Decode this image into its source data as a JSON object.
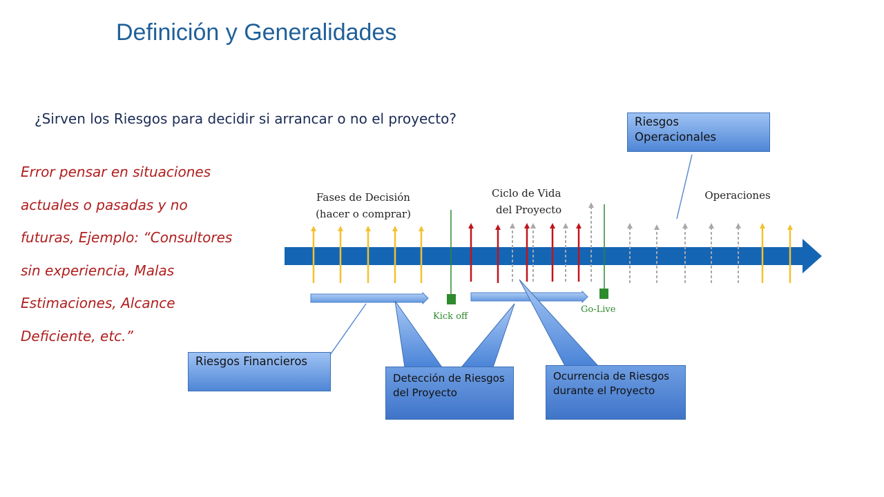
{
  "title": "Definición  y Generalidades",
  "question": "¿Sirven los Riesgos para decidir si arrancar o no el proyecto?",
  "note": "Error pensar en situaciones actuales o pasadas y no futuras, Ejemplo: “Consultores sin experiencia, Malas Estimaciones, Alcance Deficiente, etc.”",
  "phases": {
    "decision": [
      "Fases de Decisión",
      "(hacer o comprar)"
    ],
    "lifecycle": [
      "Ciclo de Vida",
      "del Proyecto"
    ],
    "operations": "Operaciones"
  },
  "milestones": {
    "kickoff": "Kick off",
    "golive": "Go-Live"
  },
  "boxes": {
    "operational": "Riesgos Operacionales",
    "financial": "Riesgos Financieros",
    "detection": "Detección de Riesgos del Proyecto",
    "occurrence": "Ocurrencia de Riesgos durante el Proyecto"
  },
  "colors": {
    "timeline": "#1565b5",
    "decision_arrow": "#f2c12e",
    "risk_arrow": "#c0141c",
    "forecast_arrow": "#a8a8a8",
    "milestone": "#2e8a2e"
  }
}
